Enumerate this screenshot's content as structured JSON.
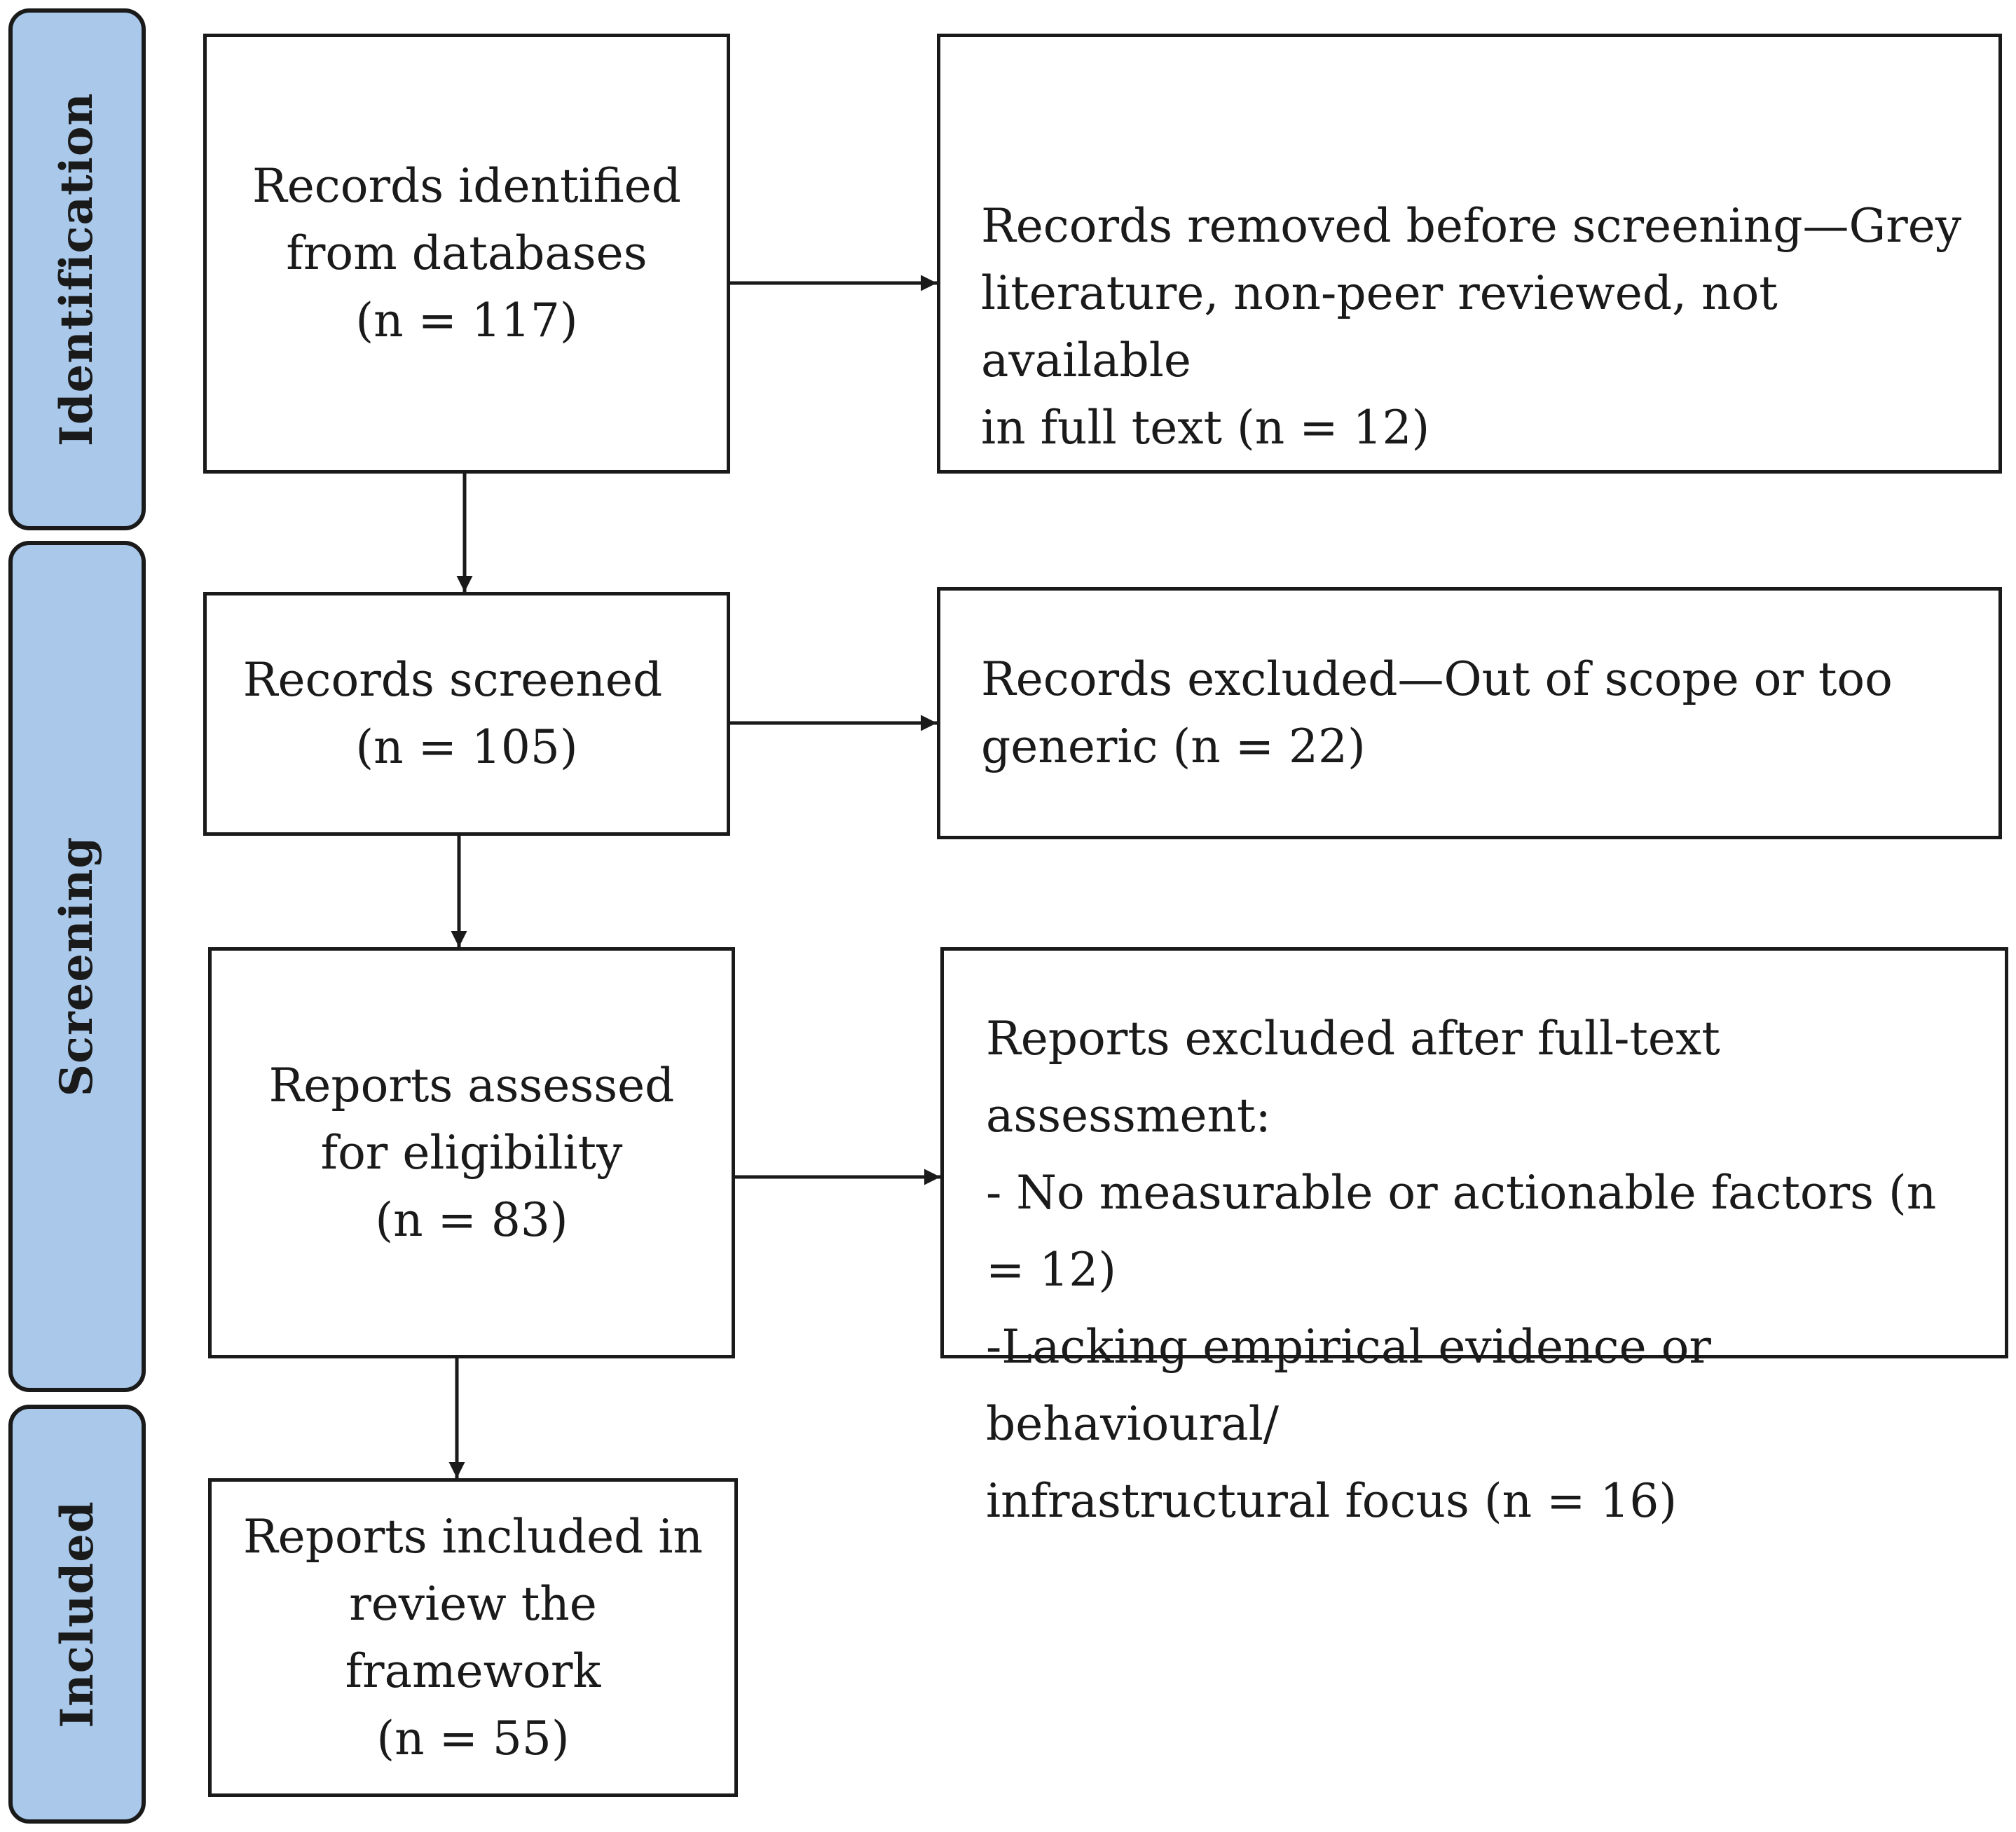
{
  "phases": {
    "identification": "Identification",
    "screening": "Screening",
    "included": "Included"
  },
  "boxes": {
    "identified": {
      "lines": [
        "Records identified",
        "from databases",
        "(n = 117)"
      ]
    },
    "removed": {
      "lines": [
        "Records removed before screening—Grey",
        "literature, non-peer reviewed, not available",
        "in full text (n = 12)"
      ]
    },
    "screened": {
      "lines": [
        "Records screened",
        "(n = 105)"
      ]
    },
    "excluded": {
      "lines": [
        "Records excluded—Out of scope or too",
        "generic (n = 22)"
      ]
    },
    "assessed": {
      "lines": [
        "Reports assessed",
        "for eligibility",
        "(n = 83)"
      ]
    },
    "fulltext_excluded": {
      "lines": [
        "Reports excluded after full-text assessment:",
        "- No measurable or actionable factors (n = 12)",
        "-Lacking empirical evidence or behavioural/",
        "infrastructural focus (n = 16)"
      ]
    },
    "included": {
      "lines": [
        "Reports included in",
        "review the",
        "framework",
        "(n = 55)"
      ]
    }
  }
}
